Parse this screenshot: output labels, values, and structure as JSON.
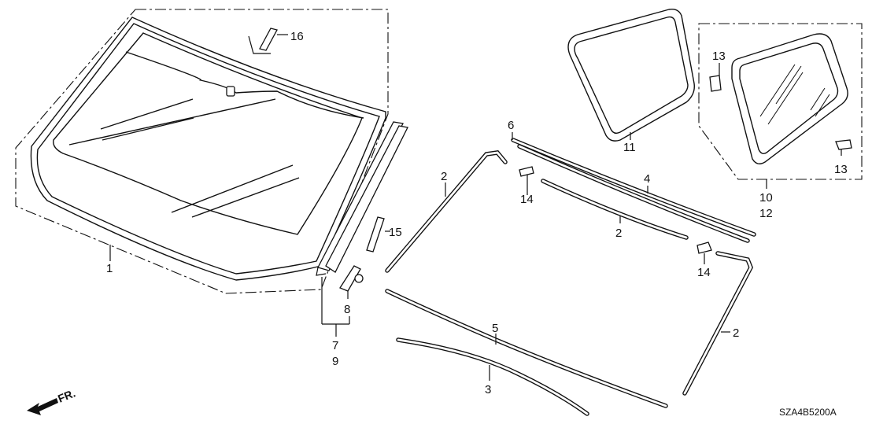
{
  "diagram": {
    "callouts": {
      "c1": "1",
      "c2a": "2",
      "c2b": "2",
      "c2c": "2",
      "c3": "3",
      "c4": "4",
      "c5": "5",
      "c6": "6",
      "c7": "7",
      "c8": "8",
      "c9": "9",
      "c10": "10",
      "c11": "11",
      "c12": "12",
      "c13a": "13",
      "c13b": "13",
      "c14a": "14",
      "c14b": "14",
      "c15": "15",
      "c16": "16"
    },
    "front_indicator": "FR.",
    "diagram_code": "SZA4B5200A"
  }
}
